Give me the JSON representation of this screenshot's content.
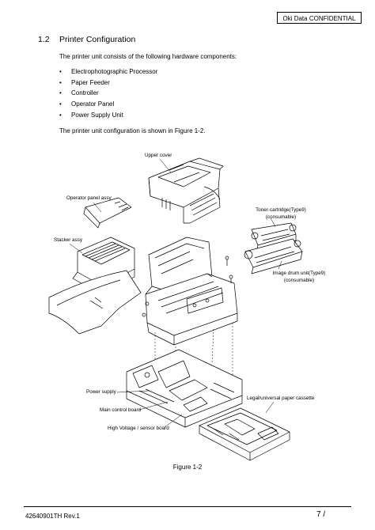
{
  "header": {
    "confidential": "Oki  Data  CONFIDENTIAL"
  },
  "section": {
    "number": "1.2",
    "title": "Printer Configuration"
  },
  "intro": "The printer unit consists of the following hardware components:",
  "components": [
    "Electrophotographic Processor",
    "Paper Feeder",
    "Controller",
    "Operator Panel",
    "Power Supply Unit"
  ],
  "config_text": "The printer unit configuration is shown in Figure 1-2.",
  "figure": {
    "labels": {
      "upper_cover": "Upper cover",
      "operator_panel_assy": "Operator panel assy",
      "toner_line1": "Toner-cartridge(Type9)",
      "toner_line2": "(consumable)",
      "stacker_assy": "Stacker assy",
      "drum_line1": "Image drum unit(Type9)",
      "drum_line2": "(consumable)",
      "power_supply": "Power supply",
      "main_control_board": "Main control board",
      "high_voltage_board": "High Voltage / sensor board",
      "paper_cassette": "Legal/universal paper cassette"
    },
    "caption": "Figure 1-2"
  },
  "footer": {
    "doc_id": "42640901TH  Rev.1",
    "page": "7 /"
  }
}
